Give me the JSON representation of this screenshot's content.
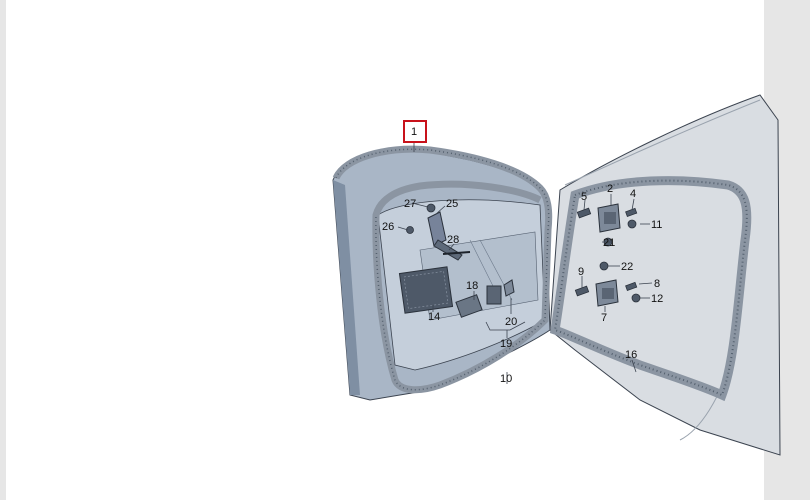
{
  "diagram": {
    "highlighted_part": "1",
    "colors": {
      "body_panel": "#d4d8de",
      "door_panel": "#a9b6c6",
      "door_shadow": "#7f8fa3",
      "seal": "#8b95a2",
      "seal_dots": "#54606e",
      "line": "#3c4450",
      "highlight": "#c8121b"
    },
    "callouts": {
      "c1": "1",
      "c2": "2",
      "c4": "4",
      "c5": "5",
      "c7": "7",
      "c8": "8",
      "c9": "9",
      "c10": "10",
      "c11": "11",
      "c12": "12",
      "c14": "14",
      "c16": "16",
      "c18": "18",
      "c19": "19",
      "c20": "20",
      "c21": "21",
      "c22": "22",
      "c25": "25",
      "c26": "26",
      "c27": "27",
      "c28": "28"
    }
  }
}
